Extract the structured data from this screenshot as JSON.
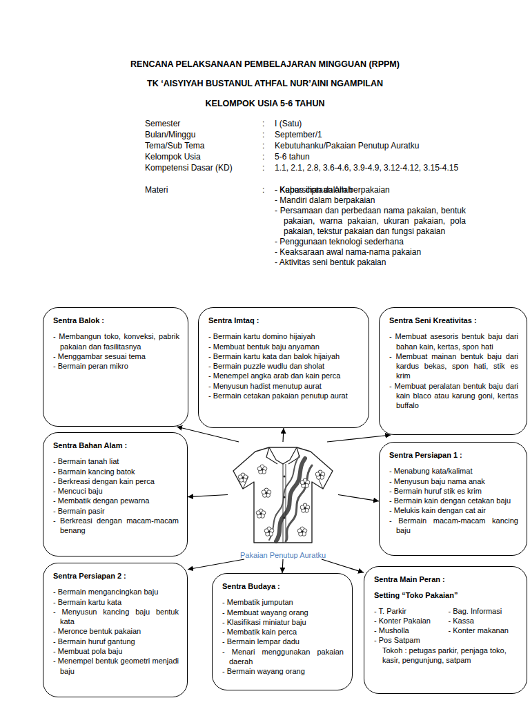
{
  "diagram": {
    "title": "RENCANA PELAKSANAAN PEMBELAJARAN MINGGUAN (RPPM)",
    "nodes": [
      {
        "text": [
          "Sentra Balok :",
          "- Membangun toko, konveksi, pabrik pakaian dan fasilitasnya",
          "- Menggambar sesuai tema",
          "- Bermain peran mikro"
        ]
      },
      {
        "text": [
          "Sentra Imtaq :",
          "- Bermain kartu domino hijaiyah",
          "- Membuat bentuk baju anyaman",
          "- Bermain kartu kata dan balok hijaiyah",
          "- Bermain puzzle wudlu dan sholat",
          "- Menempel angka arab dan kain perca",
          "- Menyusun hadist menutup aurat",
          "- Bermain cetakan pakaian penutup aurat"
        ]
      },
      {
        "text": [
          "Sentra Seni Kreativitas :",
          "- Membuat asesoris bentuk baju dari bahan kain, kertas, spon hati",
          "- Membuat mainan bentuk baju dari kardus bekas, spon hati, stik es krim",
          "- Membuat peralatan bentuk baju dari kain blaco atau karung goni, kertas buffalo"
        ]
      },
      {
        "text": [
          "Sentra Bahan Alam :",
          "- Bermain tanah liat",
          "- Barmain kancing batok",
          "- Berkreasi dengan kain perca",
          "- Mencuci baju",
          "- Membatik dengan pewarna",
          "- Bermain pasir",
          "- Berkreasi dengan macam-macam benang"
        ]
      },
      {
        "text": [
          "Pakaian Penutup Auratku"
        ]
      },
      {
        "text": [
          "Sentra Persiapan 1 :",
          "- Menabung kata/kalimat",
          "- Menyusun baju nama anak",
          "- Bermain huruf stik es krim",
          "- Bermain kain dengan cetakan baju",
          "- Melukis kain dengan cat air",
          "- Bermain macam-macam kancing baju"
        ]
      },
      {
        "text": [
          "Sentra Persiapan 2 :",
          "- Bermain mengancingkan baju",
          "- Bermain kartu kata",
          "- Menyusun kancing baju bentuk kata",
          "- Meronce bentuk pakaian",
          "- Bermain huruf gantung",
          "- Membuat pola baju",
          "- Menempel bentuk geometri menjadi baju"
        ]
      },
      {
        "text": [
          "Sentra Budaya :",
          "- Membatik jumputan",
          "- Membuat wayang orang",
          "- Klasifikasi miniatur baju",
          "- Membatik kain perca",
          "- Bermain lempar dadu",
          "- Menari menggunakan pakaian daerah",
          "- Bermain wayang orang"
        ]
      },
      {
        "text": [
          "Sentra Main Peran :",
          "Setting “Toko Pakaian”",
          "- T. Parkir",
          "- Bag. Informasi",
          "- Konter Pakaian",
          "- Kassa",
          "- Musholla",
          "- Konter makanan",
          "- Pos Satpam",
          "Tokoh : petugas parkir, penjaga toko, kasir, pengunjung, satpam"
        ]
      }
    ],
    "edges": [
      {
        "from": 4,
        "to": 0,
        "arrow": "to"
      },
      {
        "from": 4,
        "to": 1,
        "arrow": "to"
      },
      {
        "from": 4,
        "to": 2,
        "arrow": "to"
      },
      {
        "from": 4,
        "to": 3,
        "arrow": "to"
      },
      {
        "from": 4,
        "to": 5,
        "arrow": "to"
      },
      {
        "from": 4,
        "to": 6,
        "arrow": "to"
      },
      {
        "from": 4,
        "to": 7,
        "arrow": "to"
      },
      {
        "from": 4,
        "to": 8,
        "arrow": "to"
      }
    ],
    "labels": [
      "TK ‘AISYIYAH BUSTANUL ATHFAL NUR’AINI NGAMPILAN",
      "KELOMPOK USIA 5-6 TAHUN",
      "Semester",
      ":",
      "I (Satu)",
      "Bulan/Minggu",
      ":",
      "September/1",
      "Tema/Sub Tema",
      ":",
      "Kebutuhanku/Pakaian Penutup Auratku",
      "Kelompok Usia",
      ":",
      "5-6 tahun",
      "Kompetensi Dasar (KD)",
      ":",
      "1.1, 2.1, 2.8, 3.6-4.6, 3.9-4.9, 3.12-4.12, 3.15-4.15",
      "Materi",
      ":",
      "- Kapas ciptaan Allah",
      "- Kebersihan dalam berpakaian",
      "- Mandiri dalam berpakaian",
      "- Persamaan dan perbedaan nama pakaian, bentuk pakaian, warna pakaian, ukuran pakaian, pola pakaian, tekstur pakaian dan fungsi pakaian",
      "- Penggunaan teknologi sederhana",
      "- Keaksaraan awal nama-nama pakaian",
      "- Aktivitas seni bentuk pakaian"
    ]
  }
}
